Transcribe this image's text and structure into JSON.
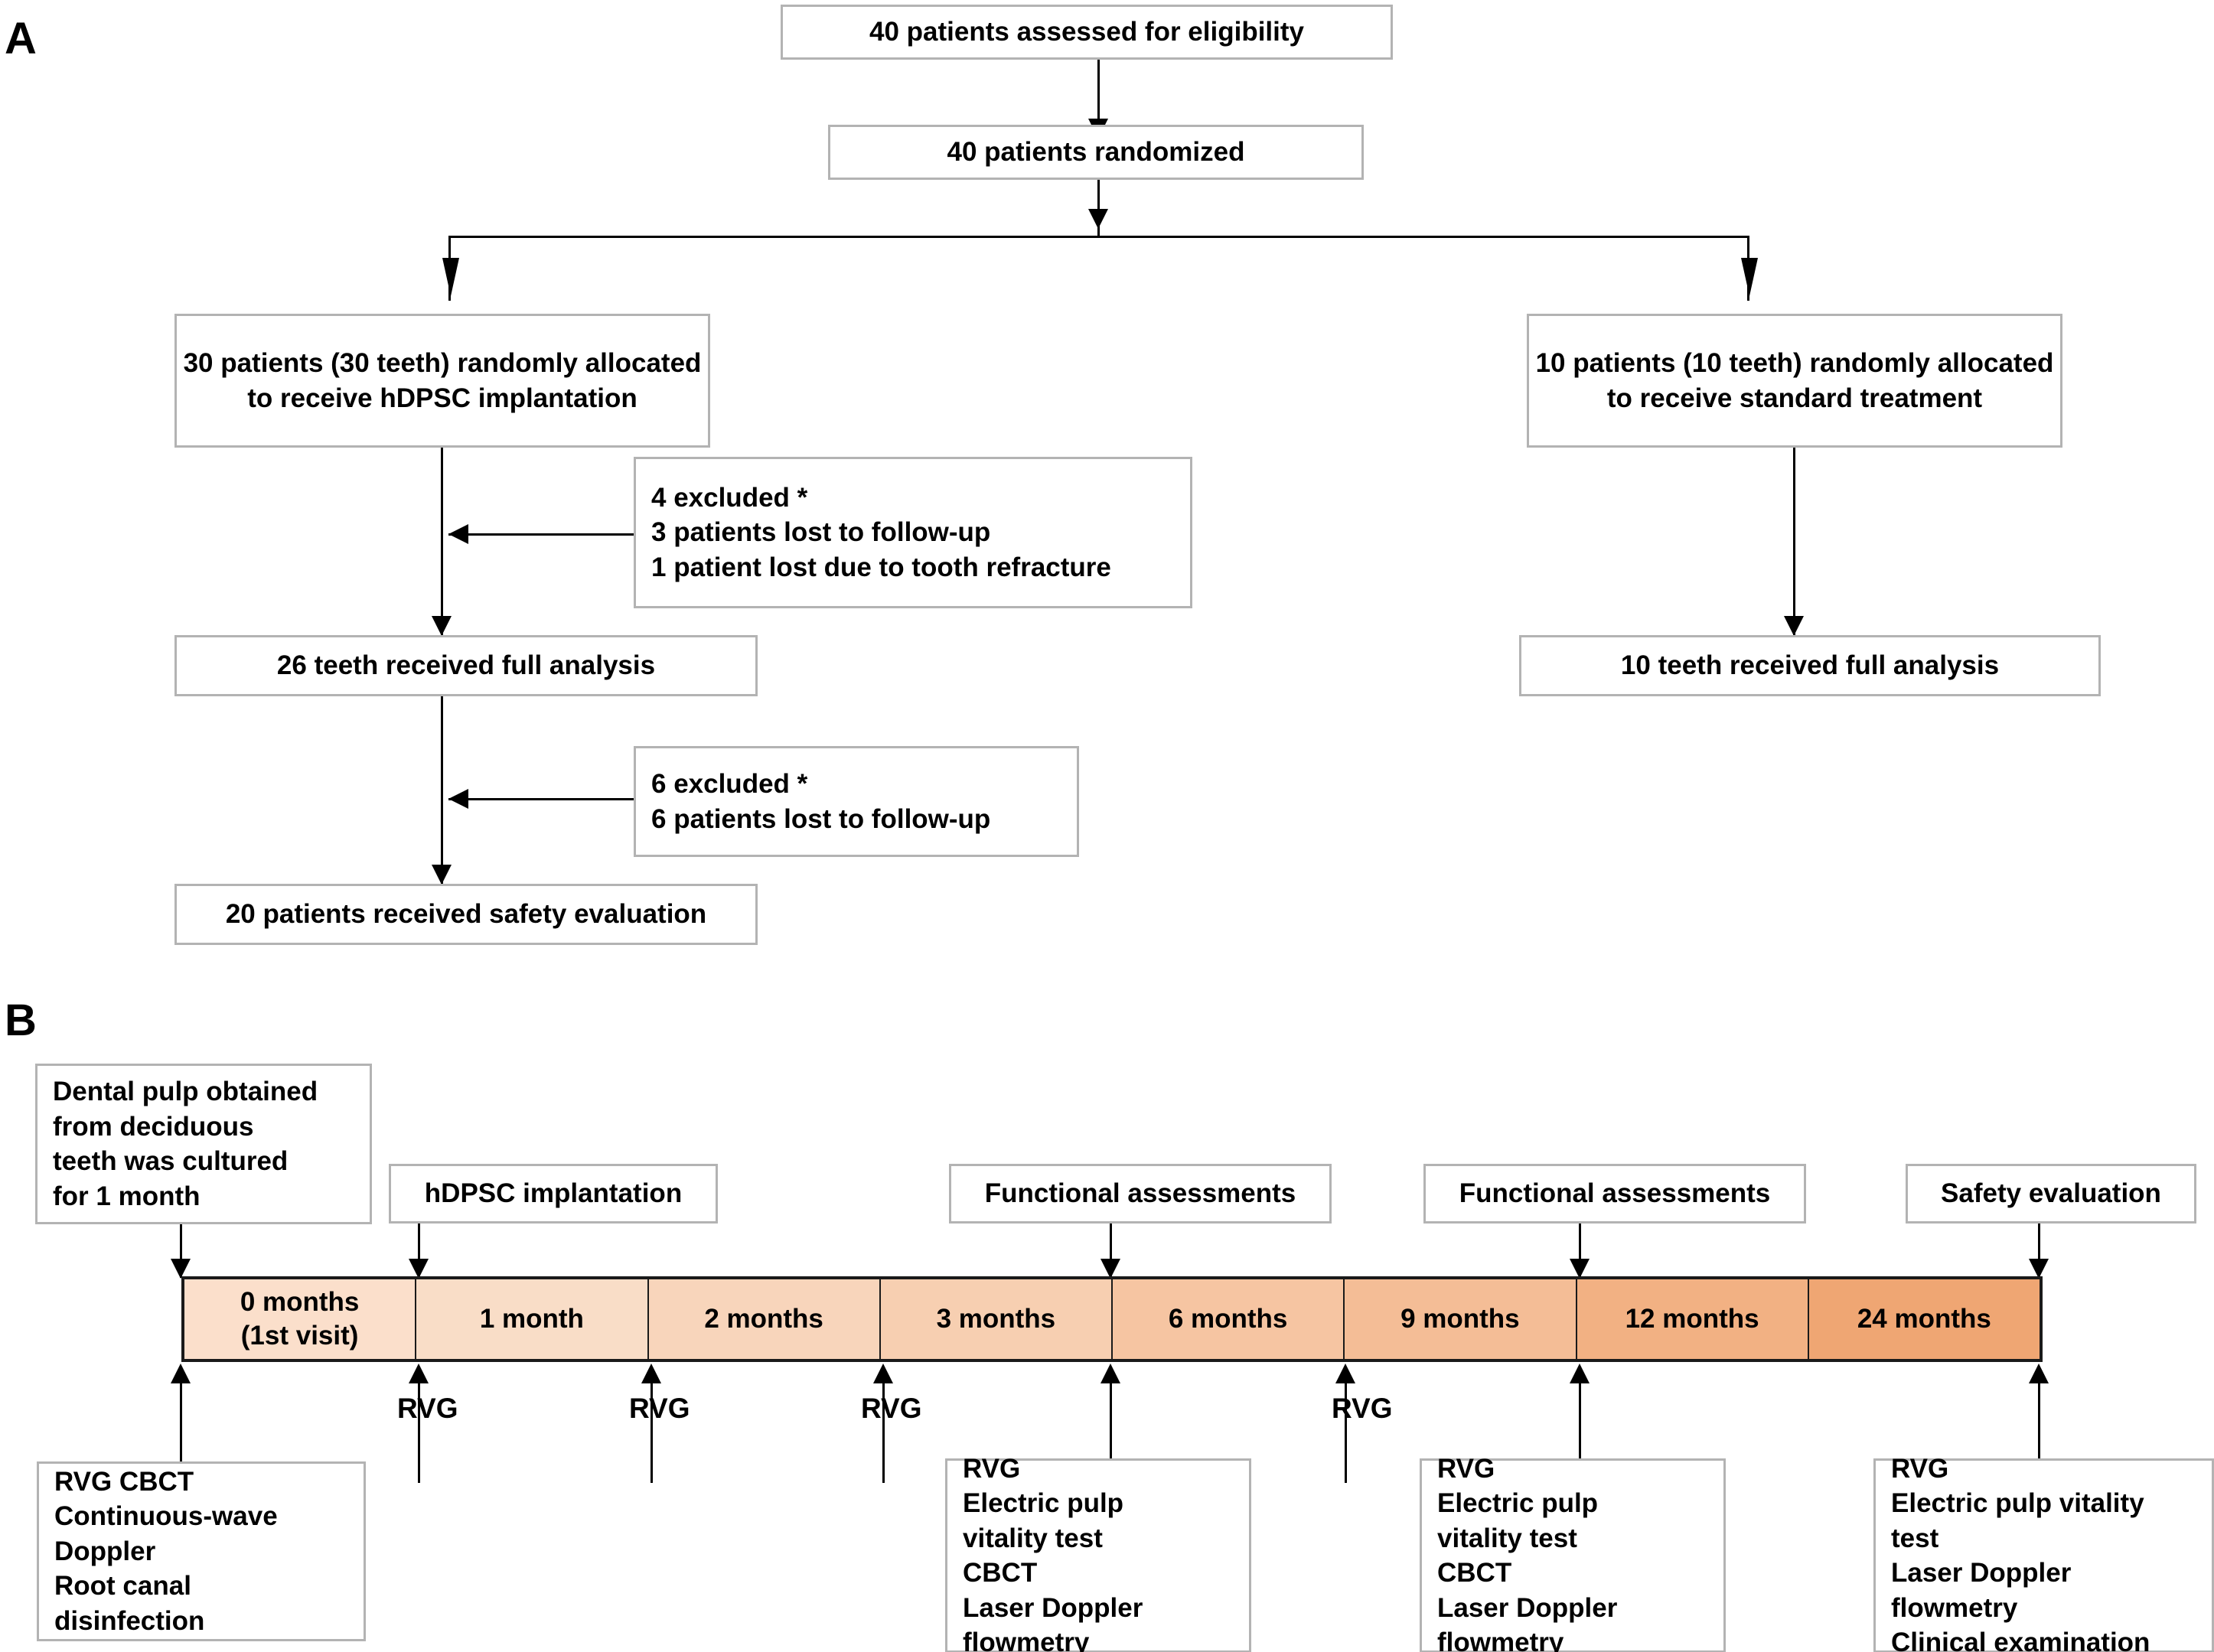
{
  "figure": {
    "panel_a_label": "A",
    "panel_b_label": "B"
  },
  "panel_a": {
    "boxes": {
      "assessed": "40 patients assessed for eligibility",
      "randomized": "40 patients randomized",
      "allocated_hdpsc": "30 patients (30 teeth) randomly allocated to receive hDPSC implantation",
      "allocated_standard": "10 patients (10 teeth) randomly allocated to receive standard treatment",
      "excluded_4": "4 excluded *\n3 patients lost to follow-up\n1 patient lost due to tooth refracture",
      "analysis_26": "26 teeth received full analysis",
      "analysis_10": "10 teeth received full analysis",
      "excluded_6": "6 excluded *\n6 patients  lost to follow-up",
      "safety_20": "20 patients received  safety evaluation"
    }
  },
  "panel_b": {
    "top_boxes": [
      {
        "id": "dental-pulp-culture",
        "text": "Dental pulp obtained\nfrom deciduous\nteeth was cultured\nfor 1 month"
      },
      {
        "id": "hdpsc-implantation",
        "text": "hDPSC implantation"
      },
      {
        "id": "functional-assessments-3mo",
        "text": "Functional assessments"
      },
      {
        "id": "functional-assessments-9mo",
        "text": "Functional assessments"
      },
      {
        "id": "safety-evaluation",
        "text": "Safety evaluation"
      }
    ],
    "timeline": {
      "segments": [
        {
          "label": "0 months\n(1st visit)",
          "color": "#fbdfcb"
        },
        {
          "label": "1 month",
          "color": "#f9ddc7"
        },
        {
          "label": "2 months",
          "color": "#f8d5bb"
        },
        {
          "label": "3 months",
          "color": "#f7cfb1"
        },
        {
          "label": "6 months",
          "color": "#f6c5a2"
        },
        {
          "label": "9 months",
          "color": "#f4bd96"
        },
        {
          "label": "12 months",
          "color": "#f2b183"
        },
        {
          "label": "24 months",
          "color": "#efa673"
        }
      ]
    },
    "bottom_labels": [
      {
        "id": "rvg-1month",
        "text": "RVG"
      },
      {
        "id": "rvg-2months",
        "text": "RVG"
      },
      {
        "id": "rvg-3months",
        "text": "RVG"
      },
      {
        "id": "rvg-9months",
        "text": "RVG"
      }
    ],
    "bottom_boxes": [
      {
        "id": "baseline-procedures",
        "text": "RVG  CBCT\nContinuous-wave\nDoppler\nRoot canal\ndisinfection"
      },
      {
        "id": "assessments-6months",
        "text": "RVG\nElectric pulp\nvitality test\nCBCT\nLaser Doppler\nflowmetry"
      },
      {
        "id": "assessments-12months",
        "text": "RVG\nElectric pulp\nvitality test\nCBCT\nLaser Doppler\nflowmetry"
      },
      {
        "id": "assessments-24months",
        "text": "RVG\nElectric pulp vitality\ntest\nLaser Doppler\nflowmetry\nClinical examination"
      }
    ]
  },
  "colors": {
    "box_border": "#b3b3b3",
    "timeline_border": "#1a1a1a",
    "connector": "#000000",
    "timeline_start": "#fbdfcb",
    "timeline_end": "#efa673"
  }
}
